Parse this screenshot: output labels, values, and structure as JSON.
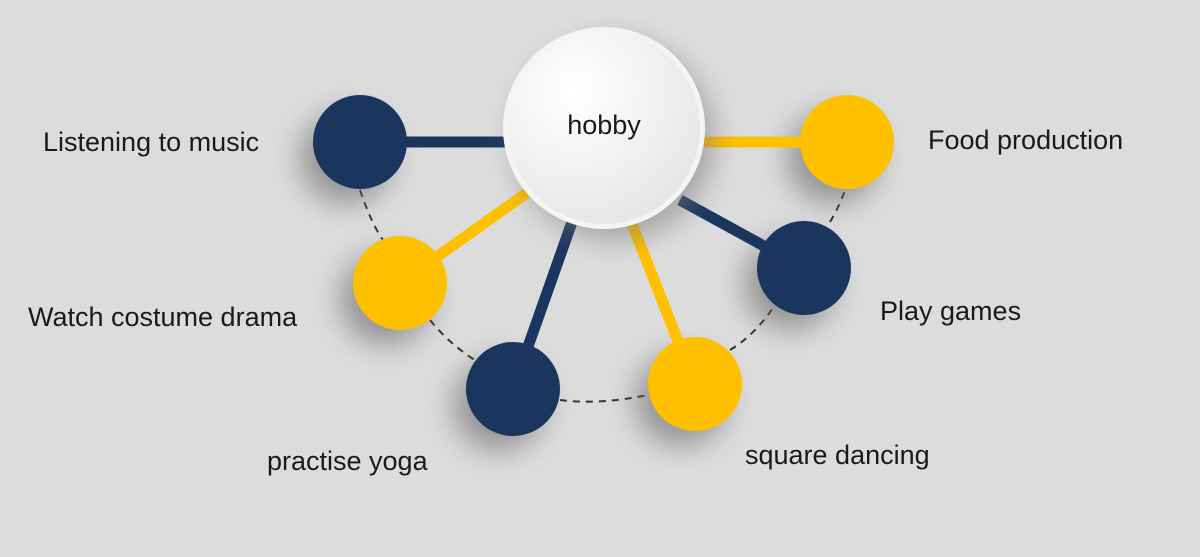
{
  "center": {
    "label": "hobby"
  },
  "colors": {
    "navy": "#1a365f",
    "gold": "#ffc000",
    "background": "#dcdcdc"
  },
  "nodes": [
    {
      "label": "Listening to music",
      "color": "navy"
    },
    {
      "label": "Watch costume drama",
      "color": "gold"
    },
    {
      "label": "practise yoga",
      "color": "navy"
    },
    {
      "label": "square dancing",
      "color": "gold"
    },
    {
      "label": "Play games",
      "color": "navy"
    },
    {
      "label": "Food production",
      "color": "gold"
    }
  ]
}
